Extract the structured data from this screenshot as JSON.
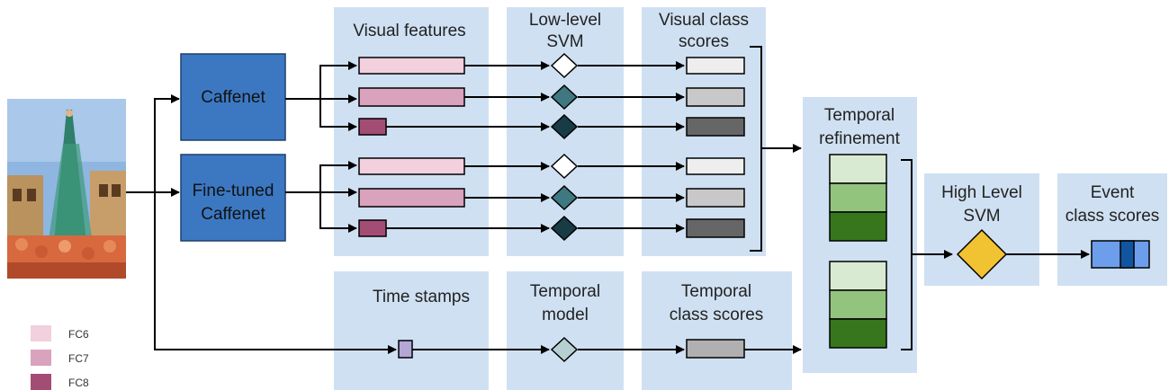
{
  "columns": {
    "visual_features": "Visual features",
    "low_level_svm": [
      "Low-level",
      "SVM"
    ],
    "visual_class_scores": [
      "Visual class",
      "scores"
    ],
    "time_stamps": "Time stamps",
    "temporal_model": [
      "Temporal",
      "model"
    ],
    "temporal_class_scores": [
      "Temporal",
      "class scores"
    ],
    "temporal_refinement": [
      "Temporal",
      "refinement"
    ],
    "high_level_svm": [
      "High Level",
      "SVM"
    ],
    "event_class_scores": [
      "Event",
      "class scores"
    ]
  },
  "nodes": {
    "caffenet": "Caffenet",
    "fine_tuned_caffenet": [
      "Fine-tuned",
      "Caffenet"
    ]
  },
  "legend": [
    {
      "label": "FC6",
      "color": "#f2d0de"
    },
    {
      "label": "FC7",
      "color": "#d9a2bd"
    },
    {
      "label": "FC8",
      "color": "#a44d74"
    }
  ],
  "colors": {
    "panel": "#cfe0f2",
    "network_box": "#3c78c2",
    "diamond_white": "#ffffff",
    "diamond_teal": "#3f7880",
    "diamond_dark": "#183c45",
    "diamond_temporal": "#b6d0d2",
    "score_light": "#eeeeee",
    "score_mid": "#c8c8c8",
    "score_dark": "#666666",
    "green_light": "#d9ead3",
    "green_mid": "#93c47d",
    "green_dark": "#38761d",
    "high_level_diamond": "#f1c232",
    "event_light": "#6d9eeb",
    "event_dark": "#1155a0",
    "timestamp": "#b4a7d6"
  }
}
